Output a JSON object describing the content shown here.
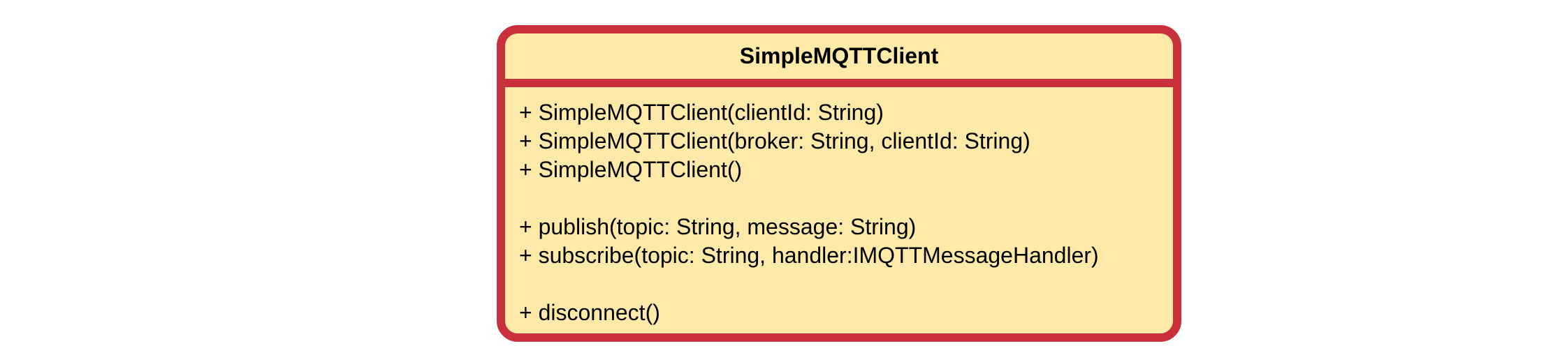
{
  "diagram": {
    "class_name": "SimpleMQTTClient",
    "colors": {
      "border": "#c8303c",
      "fill": "#fde9a8",
      "text": "#000000"
    },
    "operation_groups": [
      [
        "+ SimpleMQTTClient(clientId: String)",
        "+ SimpleMQTTClient(broker: String, clientId: String)",
        "+ SimpleMQTTClient()"
      ],
      [
        "+ publish(topic: String, message: String)",
        "+ subscribe(topic: String, handler:IMQTTMessageHandler)"
      ],
      [
        "+ disconnect()"
      ]
    ]
  }
}
